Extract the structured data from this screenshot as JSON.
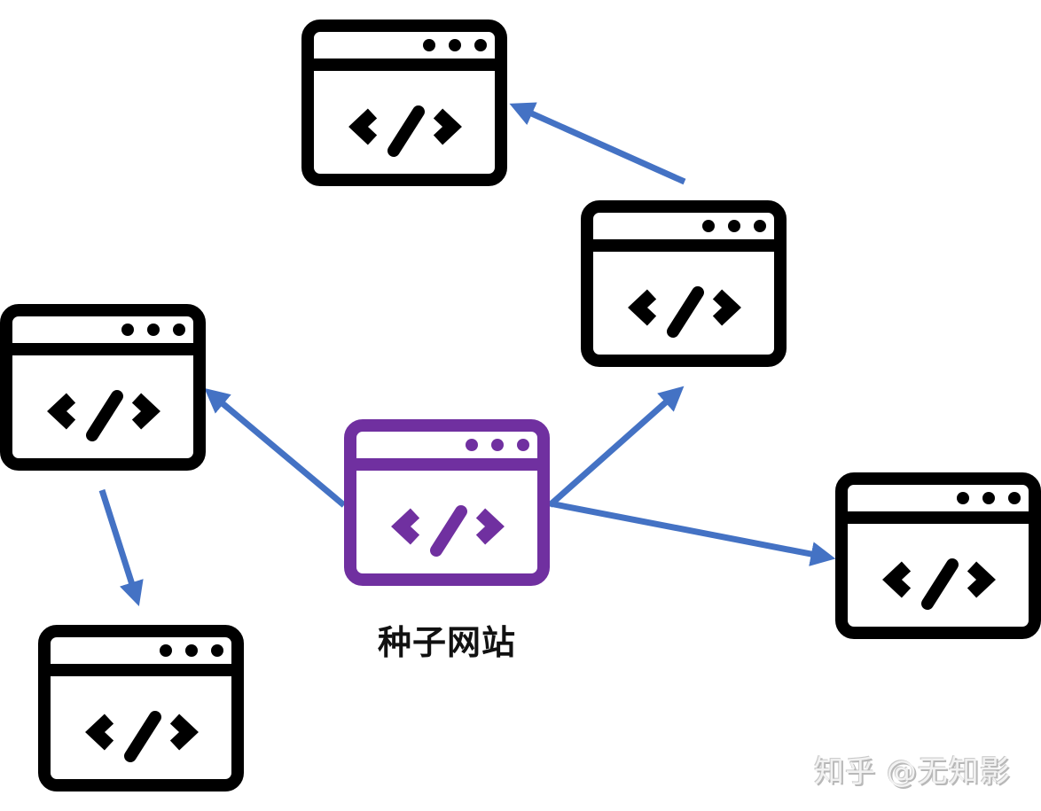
{
  "diagram": {
    "colors": {
      "seed": "#7030A0",
      "site": "#000000",
      "arrow": "#4472C4",
      "background": "#FFFFFF"
    },
    "nodes": [
      {
        "id": "seed",
        "label": "种子网站",
        "icon": "code-window-icon",
        "role": "seed"
      },
      {
        "id": "site-top",
        "label": "",
        "icon": "code-window-icon",
        "role": "site"
      },
      {
        "id": "site-upper-right",
        "label": "",
        "icon": "code-window-icon",
        "role": "site"
      },
      {
        "id": "site-left",
        "label": "",
        "icon": "code-window-icon",
        "role": "site"
      },
      {
        "id": "site-right",
        "label": "",
        "icon": "code-window-icon",
        "role": "site"
      },
      {
        "id": "site-bottom-left",
        "label": "",
        "icon": "code-window-icon",
        "role": "site"
      }
    ],
    "edges": [
      {
        "from": "seed",
        "to": "site-left"
      },
      {
        "from": "seed",
        "to": "site-upper-right"
      },
      {
        "from": "seed",
        "to": "site-right"
      },
      {
        "from": "site-upper-right",
        "to": "site-top"
      },
      {
        "from": "site-left",
        "to": "site-bottom-left"
      }
    ],
    "seed_label": "种子网站"
  },
  "watermark": "知乎 @无知影"
}
